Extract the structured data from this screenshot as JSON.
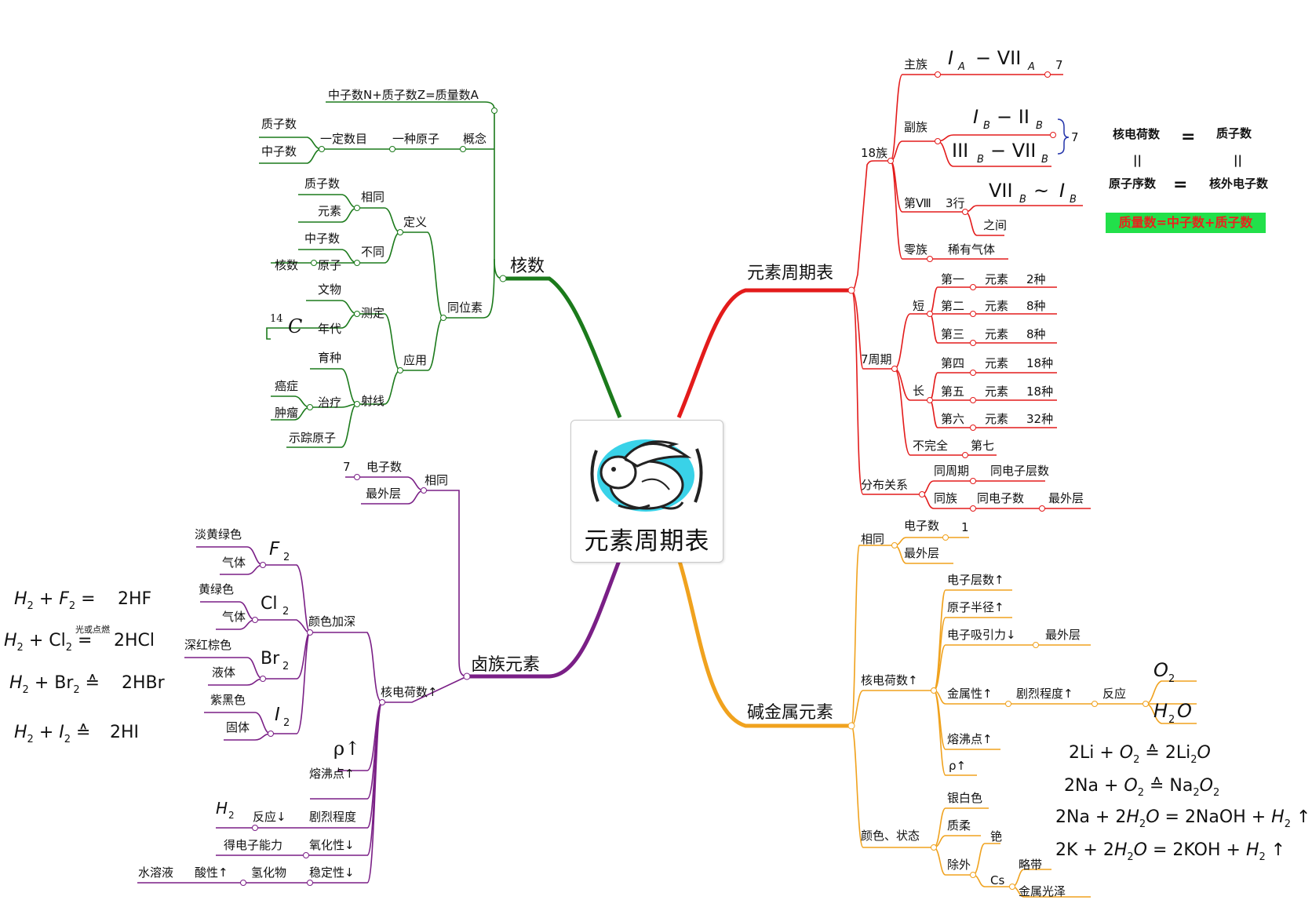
{
  "center": {
    "title": "元素周期表",
    "icon": "rabbit-icon"
  },
  "branches": {
    "hesu": {
      "title": "核数",
      "color": "#1b7a1b",
      "mass_formula": "中子数N+质子数Z=质量数A",
      "concept": {
        "label": "概念",
        "one_atom": "一种原子",
        "fixed_num": "一定数目",
        "protons": "质子数",
        "neutrons": "中子数"
      },
      "isotope": {
        "label": "同位素",
        "definition": {
          "label": "定义",
          "same": "相同",
          "same_items": [
            "质子数",
            "元素"
          ],
          "diff": "不同",
          "diff_items": [
            "中子数",
            "原子"
          ],
          "nuclide": "核数"
        },
        "application": {
          "label": "应用",
          "measure": {
            "label": "测定",
            "items": [
              "文物",
              "年代"
            ],
            "isotope_mass": "14",
            "isotope_sym": "C"
          },
          "radiation": {
            "label": "射线",
            "breeding": "育种",
            "treat": "治疗",
            "treat_items": [
              "癌症",
              "肿瘤"
            ],
            "tracer": "示踪原子"
          }
        }
      }
    },
    "periodic": {
      "title": "元素周期表",
      "color": "#e31b1b",
      "groups18": {
        "label": "18族",
        "main": {
          "label": "主族",
          "count": "7"
        },
        "sub": {
          "label": "副族",
          "count": "7"
        },
        "viii": {
          "label": "第Ⅷ",
          "rows": "3行",
          "between": "之间"
        },
        "zero": {
          "label": "零族",
          "gas": "稀有气体"
        }
      },
      "periods7": {
        "label": "7周期",
        "short": {
          "label": "短",
          "rows": [
            {
              "n": "第一",
              "e": "元素",
              "c": "2种"
            },
            {
              "n": "第二",
              "e": "元素",
              "c": "8种"
            },
            {
              "n": "第三",
              "e": "元素",
              "c": "8种"
            }
          ]
        },
        "long": {
          "label": "长",
          "rows": [
            {
              "n": "第四",
              "e": "元素",
              "c": "18种"
            },
            {
              "n": "第五",
              "e": "元素",
              "c": "18种"
            },
            {
              "n": "第六",
              "e": "元素",
              "c": "32种"
            }
          ]
        },
        "incomplete": {
          "label": "不完全",
          "seventh": "第七"
        }
      },
      "distribution": {
        "label": "分布关系",
        "same_period": "同周期",
        "same_shell": "同电子层数",
        "same_group": "同族",
        "same_electrons": "同电子数",
        "outer": "最外层"
      }
    },
    "halogen": {
      "title": "卤族元素",
      "color": "#7a1f86",
      "same": {
        "label": "相同",
        "electrons": "电子数",
        "num": "7",
        "outer": "最外层"
      },
      "nuclear_charge": {
        "label": "核电荷数↑",
        "color_deepen": "颜色加深",
        "elements": [
          {
            "sym": "F",
            "color": "淡黄绿色",
            "state": "气体"
          },
          {
            "sym": "Cl",
            "color": "黄绿色",
            "state": "气体"
          },
          {
            "sym": "Br",
            "color": "深红棕色",
            "state": "液体"
          },
          {
            "sym": "I",
            "color": "紫黑色",
            "state": "固体"
          }
        ],
        "density": "ρ↑",
        "boiling": "熔沸点↑",
        "intensity": "剧烈程度",
        "reaction": "反应↓",
        "oxidation": "氧化性↓",
        "gain_e": "得电子能力",
        "stability": "稳定性↓",
        "hydride": "氢化物",
        "acidity": "酸性↑",
        "aqueous": "水溶液"
      },
      "equations": [
        "2HF",
        "2HCl",
        "2HBr",
        "2HI"
      ],
      "light_cond": "光或点燃"
    },
    "alkali": {
      "title": "碱金属元素",
      "color": "#f0a21e",
      "same": {
        "label": "相同",
        "electrons": "电子数",
        "num": "1",
        "outer": "最外层"
      },
      "nuclear_charge": {
        "label": "核电荷数↑",
        "shells": "电子层数↑",
        "radius": "原子半径↑",
        "attraction": "电子吸引力↓",
        "outer": "最外层",
        "metallic": "金属性↑",
        "intensity": "剧烈程度↑",
        "reaction": "反应",
        "boiling": "熔沸点↑",
        "density": "ρ↑"
      },
      "appearance": {
        "label": "颜色、状态",
        "silver": "银白色",
        "soft": "质柔",
        "except": "除外",
        "cs": "Cs",
        "cs_items": [
          "略带",
          "金属光泽"
        ],
        "cu": "铯"
      },
      "equations": [
        "2Li",
        "Na",
        "2NaOH",
        "2KOH"
      ]
    }
  },
  "info": {
    "nuclear_charge": "核电荷数",
    "protons": "质子数",
    "atomic_num": "原子序数",
    "extra_electrons": "核外电子数",
    "eq": "=",
    "vertical": "||",
    "mass_note": "质量数=中子数+质子数"
  }
}
